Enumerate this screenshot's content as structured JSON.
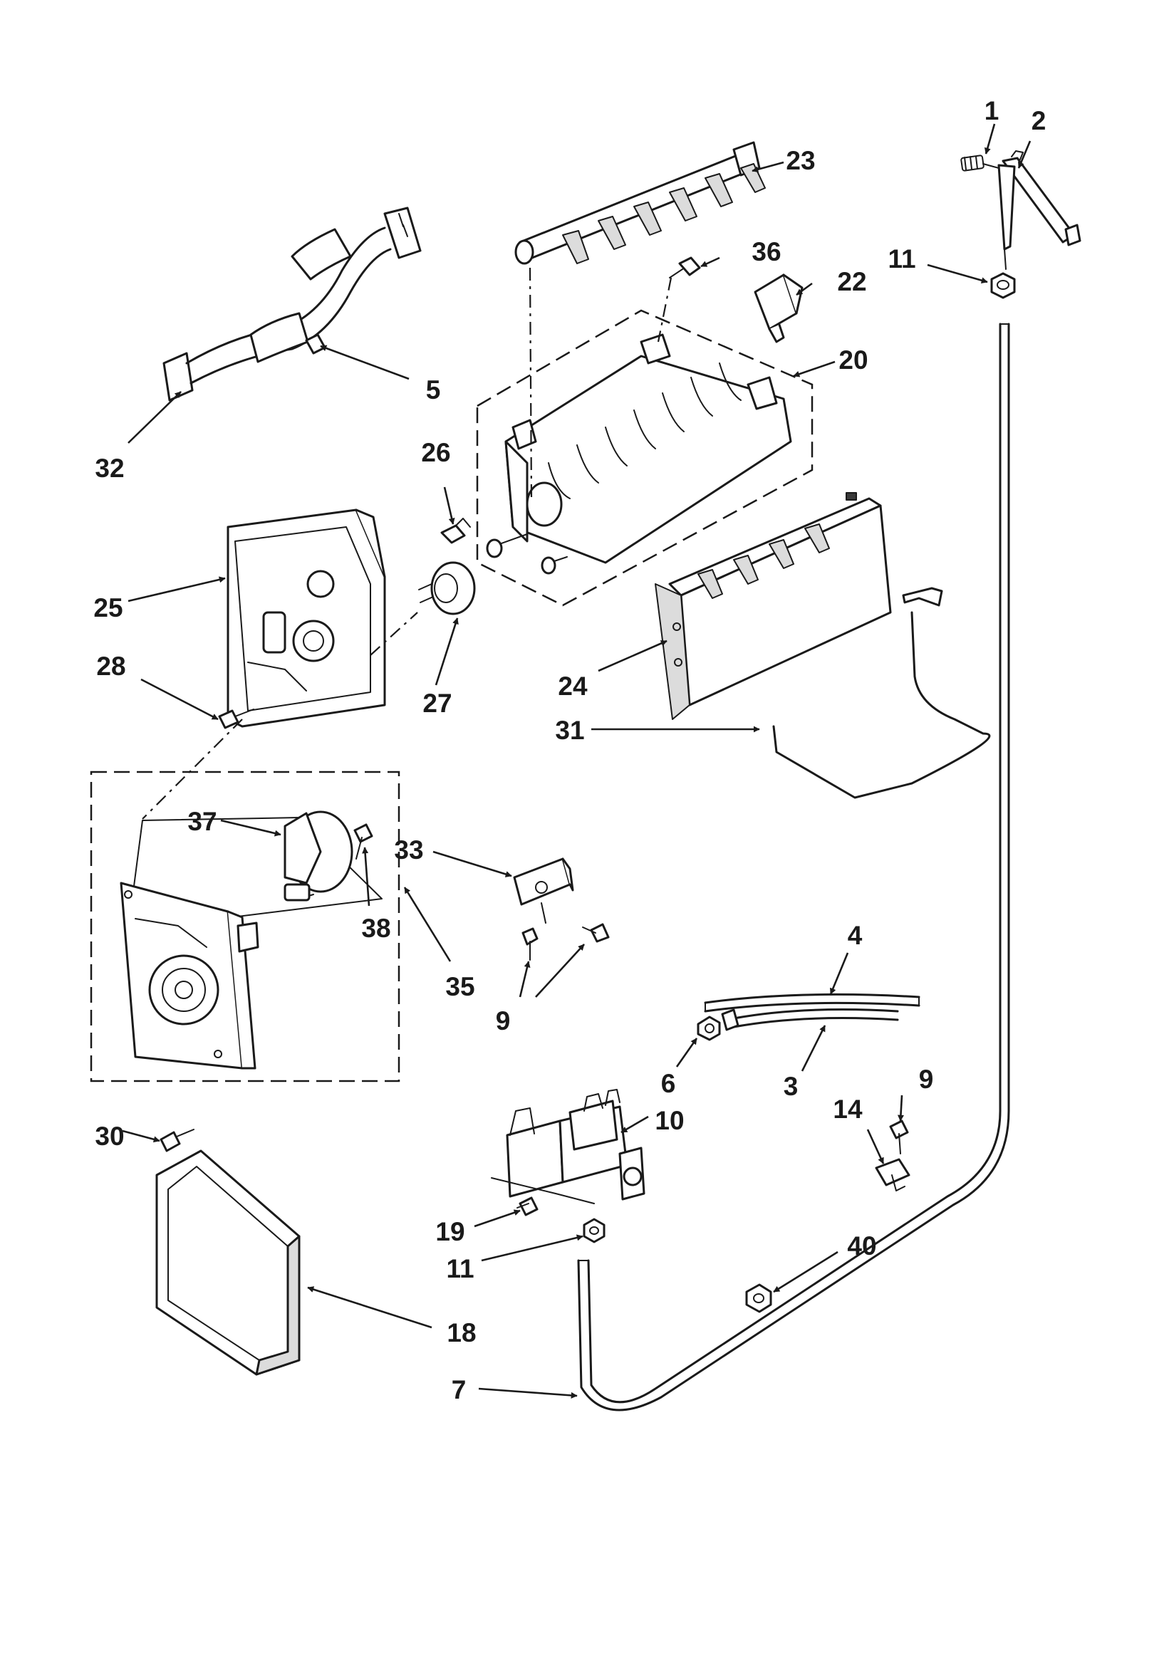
{
  "diagram": {
    "callouts": [
      {
        "id": "c1",
        "label": "1"
      },
      {
        "id": "c2",
        "label": "2"
      },
      {
        "id": "c23",
        "label": "23"
      },
      {
        "id": "c36",
        "label": "36"
      },
      {
        "id": "c22",
        "label": "22"
      },
      {
        "id": "c11a",
        "label": "11"
      },
      {
        "id": "c20",
        "label": "20"
      },
      {
        "id": "c5",
        "label": "5"
      },
      {
        "id": "c32",
        "label": "32"
      },
      {
        "id": "c26",
        "label": "26"
      },
      {
        "id": "c25",
        "label": "25"
      },
      {
        "id": "c28",
        "label": "28"
      },
      {
        "id": "c27",
        "label": "27"
      },
      {
        "id": "c24",
        "label": "24"
      },
      {
        "id": "c31",
        "label": "31"
      },
      {
        "id": "c37",
        "label": "37"
      },
      {
        "id": "c38",
        "label": "38"
      },
      {
        "id": "c35",
        "label": "35"
      },
      {
        "id": "c33",
        "label": "33"
      },
      {
        "id": "c9a",
        "label": "9"
      },
      {
        "id": "c4",
        "label": "4"
      },
      {
        "id": "c3",
        "label": "3"
      },
      {
        "id": "c6",
        "label": "6"
      },
      {
        "id": "c10",
        "label": "10"
      },
      {
        "id": "c9b",
        "label": "9"
      },
      {
        "id": "c14",
        "label": "14"
      },
      {
        "id": "c30",
        "label": "30"
      },
      {
        "id": "c19",
        "label": "19"
      },
      {
        "id": "c11b",
        "label": "11"
      },
      {
        "id": "c40",
        "label": "40"
      },
      {
        "id": "c18",
        "label": "18"
      },
      {
        "id": "c7",
        "label": "7"
      }
    ]
  }
}
